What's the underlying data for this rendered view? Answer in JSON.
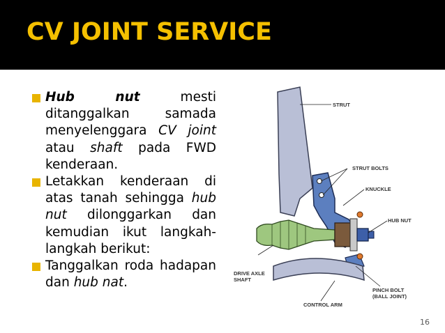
{
  "slide": {
    "title": "CV JOINT SERVICE",
    "page_number": "16"
  },
  "bullets": [
    {
      "segments": [
        {
          "text": "Hub nut",
          "style": "bold-italic"
        },
        {
          "text": " mesti ditanggalkan samada menyelenggara ",
          "style": "normal"
        },
        {
          "text": "CV joint",
          "style": "italic"
        },
        {
          "text": " atau ",
          "style": "normal"
        },
        {
          "text": "shaft",
          "style": "italic"
        },
        {
          "text": " pada FWD kenderaan.",
          "style": "normal"
        }
      ]
    },
    {
      "segments": [
        {
          "text": "Letakkan kenderaan di atas tanah sehingga ",
          "style": "normal"
        },
        {
          "text": "hub nut",
          "style": "italic"
        },
        {
          "text": " dilonggarkan dan kemudian ikut langkah-langkah berikut:",
          "style": "normal"
        }
      ]
    },
    {
      "segments": [
        {
          "text": "Tanggalkan roda hadapan dan ",
          "style": "normal"
        },
        {
          "text": "hub nat",
          "style": "italic"
        },
        {
          "text": ".",
          "style": "normal"
        }
      ]
    }
  ],
  "figure": {
    "labels": {
      "strut": "STRUT",
      "strut_bolts": "STRUT BOLTS",
      "knuckle": "KNUCKLE",
      "hub_nut": "HUB NUT",
      "drive_axle_1": "DRIVE AXLE",
      "drive_axle_2": "SHAFT",
      "pinch_bolt_1": "PINCH BOLT",
      "pinch_bolt_2": "(BALL JOINT)",
      "control_arm": "CONTROL ARM"
    }
  },
  "colors": {
    "title_bar": "#000000",
    "title_text": "#f5c000",
    "bullet_marker": "#e8b400",
    "strut": "#b9bfd6",
    "knuckle": "#5c7fbf",
    "boot": "#9ec77f",
    "hub_nut": "#3d5fa8",
    "bolt_orange": "#e07a2e"
  }
}
